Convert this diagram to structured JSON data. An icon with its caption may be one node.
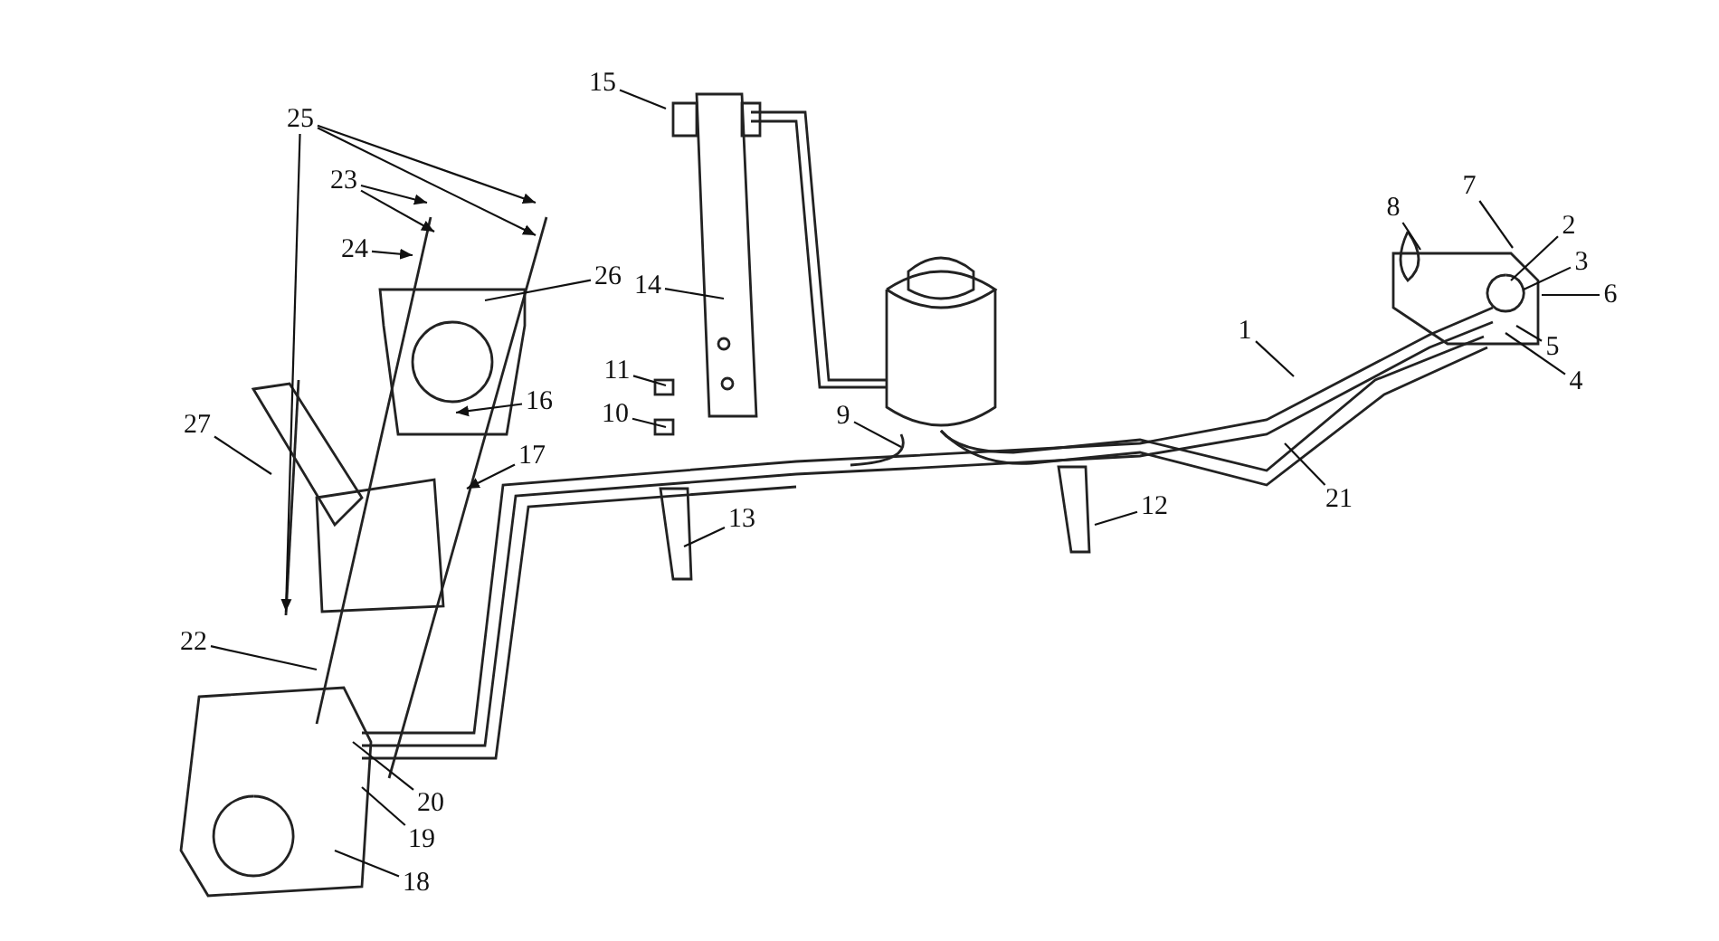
{
  "diagram": {
    "nodes": [
      {
        "text": [
          "1"
        ]
      },
      {
        "text": [
          "2"
        ]
      },
      {
        "text": [
          "3"
        ]
      },
      {
        "text": [
          "4"
        ]
      },
      {
        "text": [
          "5"
        ]
      },
      {
        "text": [
          "6"
        ]
      },
      {
        "text": [
          "7"
        ]
      },
      {
        "text": [
          "8"
        ]
      },
      {
        "text": [
          "9"
        ]
      },
      {
        "text": [
          "10"
        ]
      },
      {
        "text": [
          "11"
        ]
      },
      {
        "text": [
          "12"
        ]
      },
      {
        "text": [
          "13"
        ]
      },
      {
        "text": [
          "14"
        ]
      },
      {
        "text": [
          "15"
        ]
      },
      {
        "text": [
          "16"
        ]
      },
      {
        "text": [
          "17"
        ]
      },
      {
        "text": [
          "18"
        ]
      },
      {
        "text": [
          "19"
        ]
      },
      {
        "text": [
          "20"
        ]
      },
      {
        "text": [
          "21"
        ]
      },
      {
        "text": [
          "22"
        ]
      },
      {
        "text": [
          "23"
        ]
      },
      {
        "text": [
          "24"
        ]
      },
      {
        "text": [
          "25"
        ]
      },
      {
        "text": [
          "26"
        ]
      },
      {
        "text": [
          "27"
        ]
      }
    ],
    "edges": [
      {
        "from": 0,
        "to": null,
        "arrow": "none"
      },
      {
        "from": 1,
        "to": null,
        "arrow": "none"
      },
      {
        "from": 2,
        "to": null,
        "arrow": "none"
      },
      {
        "from": 3,
        "to": null,
        "arrow": "none"
      },
      {
        "from": 4,
        "to": null,
        "arrow": "none"
      },
      {
        "from": 5,
        "to": null,
        "arrow": "none"
      },
      {
        "from": 6,
        "to": null,
        "arrow": "none"
      },
      {
        "from": 7,
        "to": null,
        "arrow": "none"
      },
      {
        "from": 8,
        "to": null,
        "arrow": "none"
      },
      {
        "from": 9,
        "to": null,
        "arrow": "none"
      },
      {
        "from": 10,
        "to": null,
        "arrow": "none"
      },
      {
        "from": 11,
        "to": null,
        "arrow": "none"
      },
      {
        "from": 12,
        "to": null,
        "arrow": "none"
      },
      {
        "from": 13,
        "to": null,
        "arrow": "none"
      },
      {
        "from": 14,
        "to": null,
        "arrow": "none"
      },
      {
        "from": 15,
        "to": null,
        "arrow": "to"
      },
      {
        "from": 16,
        "to": null,
        "arrow": "to"
      },
      {
        "from": 17,
        "to": null,
        "arrow": "none"
      },
      {
        "from": 18,
        "to": null,
        "arrow": "none"
      },
      {
        "from": 19,
        "to": null,
        "arrow": "none"
      },
      {
        "from": 20,
        "to": null,
        "arrow": "none"
      },
      {
        "from": 21,
        "to": null,
        "arrow": "none"
      },
      {
        "from": 22,
        "to": null,
        "arrow": "to"
      },
      {
        "from": 22,
        "to": null,
        "arrow": "to"
      },
      {
        "from": 23,
        "to": null,
        "arrow": "to"
      },
      {
        "from": 24,
        "to": null,
        "arrow": "to"
      },
      {
        "from": 24,
        "to": null,
        "arrow": "to"
      },
      {
        "from": 24,
        "to": null,
        "arrow": "to"
      },
      {
        "from": 25,
        "to": null,
        "arrow": "none"
      },
      {
        "from": 26,
        "to": null,
        "arrow": "none"
      }
    ]
  }
}
